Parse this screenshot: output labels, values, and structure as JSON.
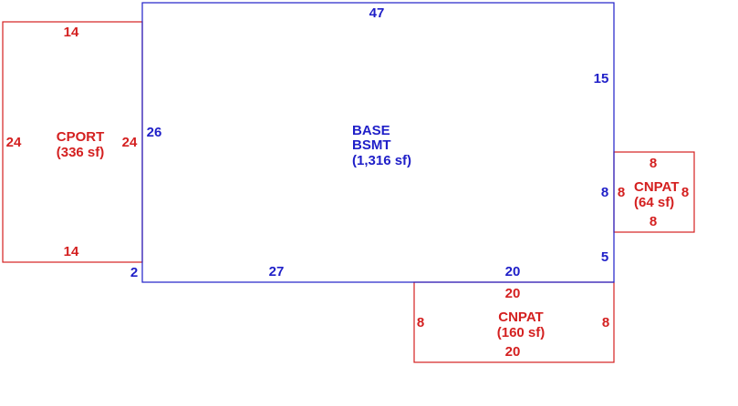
{
  "colors": {
    "main_area": "#1f1fc8",
    "sub_area": "#d42020"
  },
  "areas": {
    "base": {
      "name_line1": "BASE",
      "name_line2": "BSMT",
      "area": "(1,316 sf)",
      "dims": {
        "top": "47",
        "right_upper": "15",
        "right_mid": "8",
        "right_lower": "5",
        "bottom_right": "20",
        "bottom_left": "27",
        "left_short": "2",
        "left_long": "26"
      }
    },
    "cport": {
      "name": "CPORT",
      "area": "(336 sf)",
      "dims": {
        "top": "14",
        "bottom": "14",
        "left": "24",
        "right": "24"
      }
    },
    "cnpat_right": {
      "name": "CNPAT",
      "area": "(64 sf)",
      "dims": {
        "top": "8",
        "bottom": "8",
        "left": "8",
        "right": "8"
      }
    },
    "cnpat_bottom": {
      "name": "CNPAT",
      "area": "(160 sf)",
      "dims": {
        "top": "20",
        "bottom": "20",
        "left": "8",
        "right": "8"
      }
    }
  }
}
